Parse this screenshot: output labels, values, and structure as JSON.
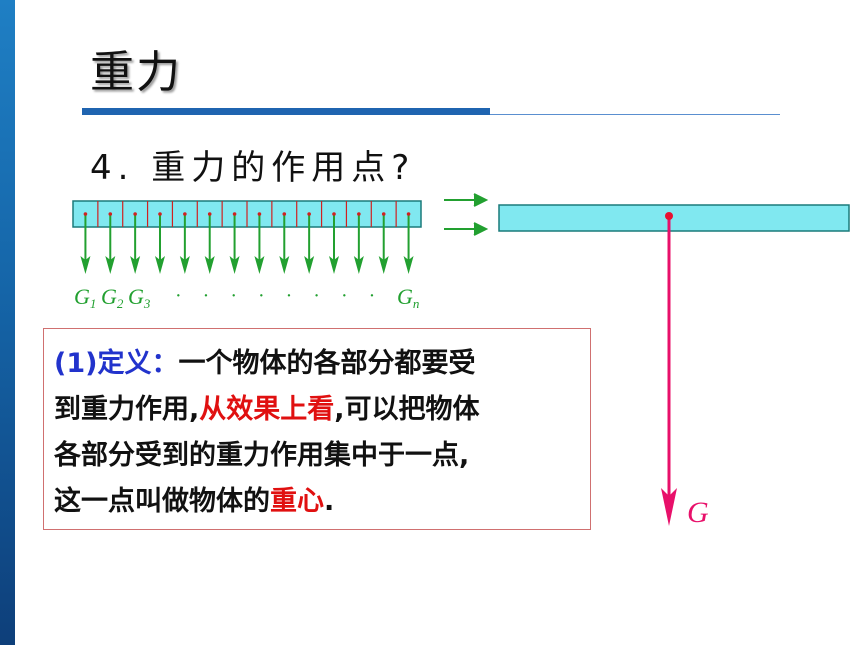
{
  "slide": {
    "title": "重力",
    "subtitle": "4. 重力的作用点?"
  },
  "diagram": {
    "left_labels": [
      "G1",
      "G2",
      "G3",
      "G",
      "n"
    ],
    "dots": "· · · · · · · ·",
    "right_label": "G",
    "colors": {
      "bar_fill": "#80e8f0",
      "bar_stroke": "#1a7a7a",
      "segment_lines": "#d02020",
      "arrows": "#22a030",
      "gravity_arrow": "#e8106a",
      "label_green": "#22a030"
    },
    "segment_count": 14,
    "small_arrow_count": 14
  },
  "definition": {
    "line1_prefix": "(1)定义：",
    "line1_rest": "一个物体的各部分都要受",
    "line2_a": "到重力作用,",
    "line2_red": "从效果上看",
    "line2_b": ",可以把物体",
    "line3": "各部分受到的重力作用集中于一点,",
    "line4_a": "这一点叫做物体的",
    "line4_red": "重心",
    "line4_b": "."
  }
}
